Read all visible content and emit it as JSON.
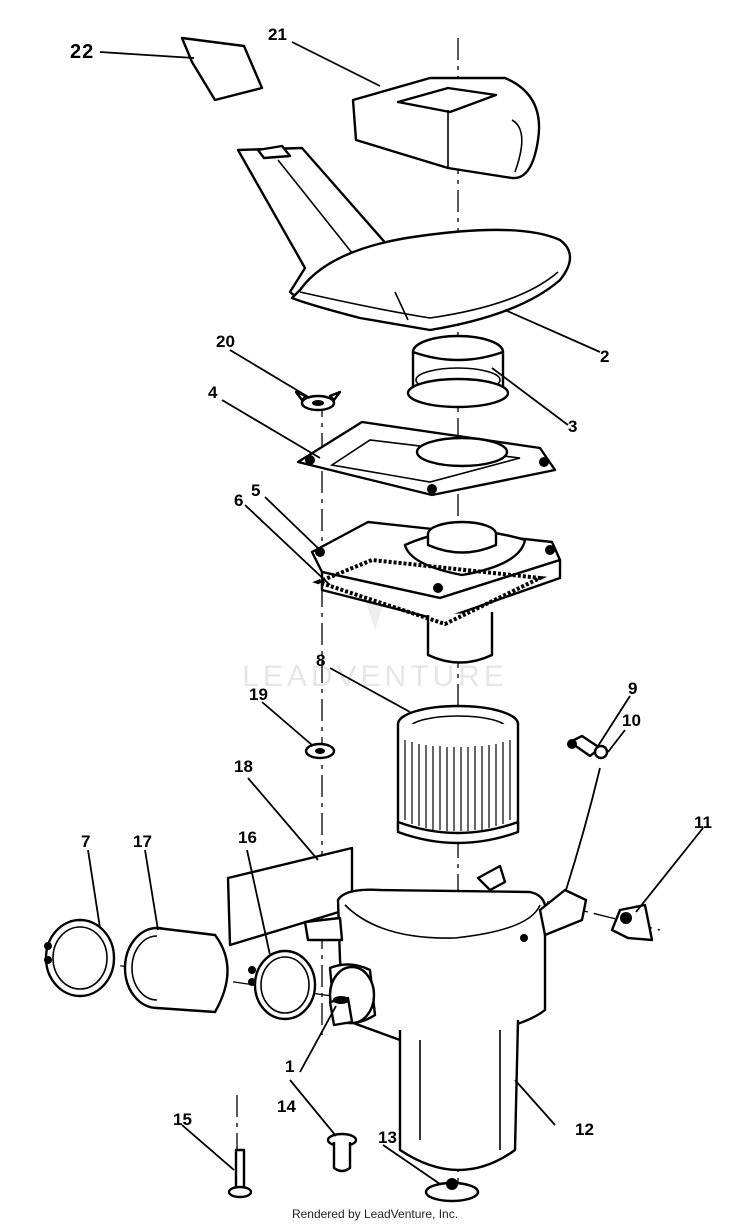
{
  "watermark": "LEADVENTURE",
  "footer": "Rendered by LeadVenture, Inc.",
  "callouts": [
    {
      "id": "1",
      "label": "1"
    },
    {
      "id": "2",
      "label": "2"
    },
    {
      "id": "3",
      "label": "3"
    },
    {
      "id": "4",
      "label": "4"
    },
    {
      "id": "5",
      "label": "5"
    },
    {
      "id": "6",
      "label": "6"
    },
    {
      "id": "7",
      "label": "7"
    },
    {
      "id": "8",
      "label": "8"
    },
    {
      "id": "9",
      "label": "9"
    },
    {
      "id": "10",
      "label": "10"
    },
    {
      "id": "11",
      "label": "11"
    },
    {
      "id": "12",
      "label": "12"
    },
    {
      "id": "13",
      "label": "13"
    },
    {
      "id": "14",
      "label": "14"
    },
    {
      "id": "15",
      "label": "15"
    },
    {
      "id": "16",
      "label": "16"
    },
    {
      "id": "17",
      "label": "17"
    },
    {
      "id": "18",
      "label": "18"
    },
    {
      "id": "19",
      "label": "19"
    },
    {
      "id": "20",
      "label": "20"
    },
    {
      "id": "21",
      "label": "21"
    },
    {
      "id": "22",
      "label": "22"
    }
  ]
}
